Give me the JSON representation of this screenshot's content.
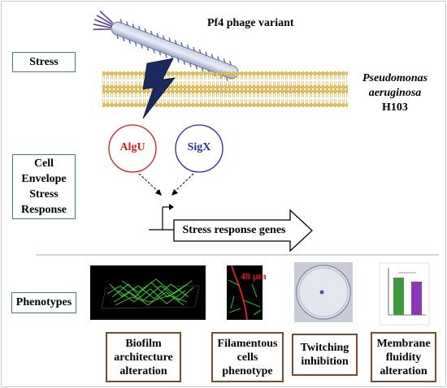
{
  "phage": {
    "label": "Pf4 phage variant"
  },
  "organism": {
    "genus_species_line1": "Pseudomonas",
    "genus_species_line2": "aeruginosa",
    "strain": "H103"
  },
  "stress": {
    "label": "Stress"
  },
  "cell_envelope": {
    "lines": [
      "Cell",
      "Envelope",
      "Stress",
      "Response"
    ]
  },
  "sigma_factors": [
    {
      "label": "AlgU",
      "color": "#c81e1e"
    },
    {
      "label": "SigX",
      "color": "#2a2aa8"
    }
  ],
  "gene_arrow": {
    "label": "Stress response genes"
  },
  "phenotypes": {
    "label": "Phenotypes",
    "items": [
      {
        "lines": [
          "Biofilm",
          "architecture",
          "alteration"
        ]
      },
      {
        "lines": [
          "Filamentous",
          "cells",
          "phenotype"
        ],
        "scale_label": "48 μm"
      },
      {
        "lines": [
          "Twitching",
          "inhibition"
        ]
      },
      {
        "lines": [
          "Membrane",
          "fluidity",
          "alteration"
        ]
      }
    ]
  },
  "colors": {
    "label_border": "#3f7c8c",
    "pheno_border": "#7a4a2a",
    "membrane": "#e8c255",
    "lightning": "#1a2a5e"
  }
}
